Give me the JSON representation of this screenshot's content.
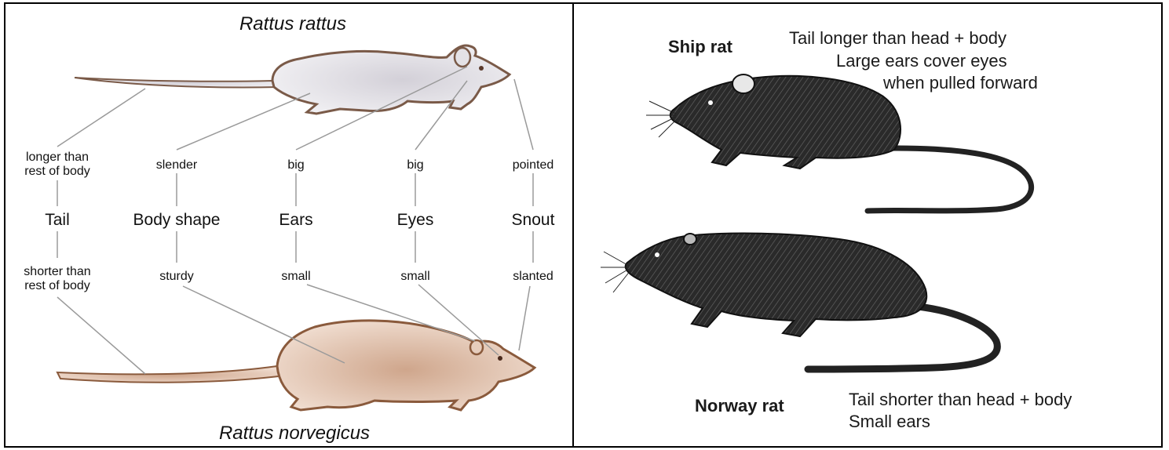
{
  "left_panel": {
    "species_top": "Rattus rattus",
    "species_bottom": "Rattus norvegicus",
    "features": [
      {
        "name": "Tail",
        "rattus": "longer than rest of body",
        "norvegicus": "shorter than rest of body"
      },
      {
        "name": "Body shape",
        "rattus": "slender",
        "norvegicus": "sturdy"
      },
      {
        "name": "Ears",
        "rattus": "big",
        "norvegicus": "small"
      },
      {
        "name": "Eyes",
        "rattus": "big",
        "norvegicus": "small"
      },
      {
        "name": "Snout",
        "rattus": "pointed",
        "norvegicus": "slanted"
      }
    ],
    "colors": {
      "rattus_body": "#e2e0e4",
      "rattus_outline": "#7a5a48",
      "norvegicus_body": "#d9b8a2",
      "norvegicus_outline": "#8a5a3c"
    }
  },
  "right_panel": {
    "ship_rat": {
      "name": "Ship rat",
      "notes": [
        "Tail longer than head + body",
        "Large ears cover eyes",
        "when pulled forward"
      ]
    },
    "norway_rat": {
      "name": "Norway rat",
      "notes": [
        "Tail shorter than head + body",
        "Small ears"
      ]
    }
  }
}
